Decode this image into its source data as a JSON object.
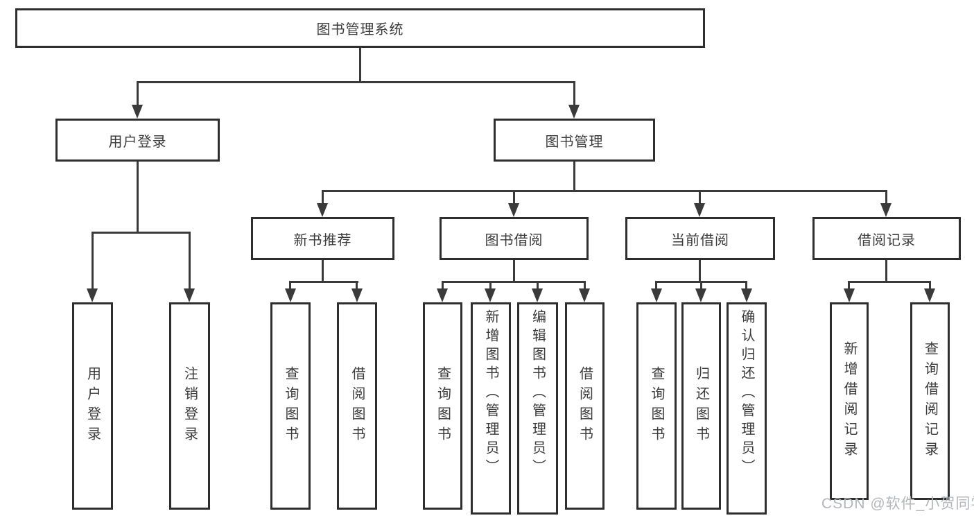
{
  "diagram": {
    "title": "图书管理系统",
    "watermark": "CSDN @软件_小贺同学",
    "colors": {
      "line": "#3a3a3a",
      "box_border": "#2e2e2e",
      "text": "#3b3b3b",
      "background": "#ffffff",
      "watermark": "#b3b6ba"
    },
    "branches": [
      {
        "label": "用户登录",
        "children": [
          {
            "label": "用户登录"
          },
          {
            "label": "注销登录"
          }
        ]
      },
      {
        "label": "图书管理",
        "children": [
          {
            "label": "新书推荐",
            "children": [
              {
                "label": "查询图书"
              },
              {
                "label": "借阅图书"
              }
            ]
          },
          {
            "label": "图书借阅",
            "children": [
              {
                "label": "查询图书"
              },
              {
                "label": "新增图书（管理员）"
              },
              {
                "label": "编辑图书（管理员）"
              },
              {
                "label": "借阅图书"
              }
            ]
          },
          {
            "label": "当前借阅",
            "children": [
              {
                "label": "查询图书"
              },
              {
                "label": "归还图书"
              },
              {
                "label": "确认归还（管理员）"
              }
            ]
          },
          {
            "label": "借阅记录",
            "children": [
              {
                "label": "新增借阅记录"
              },
              {
                "label": "查询借阅记录"
              }
            ]
          }
        ]
      }
    ]
  }
}
